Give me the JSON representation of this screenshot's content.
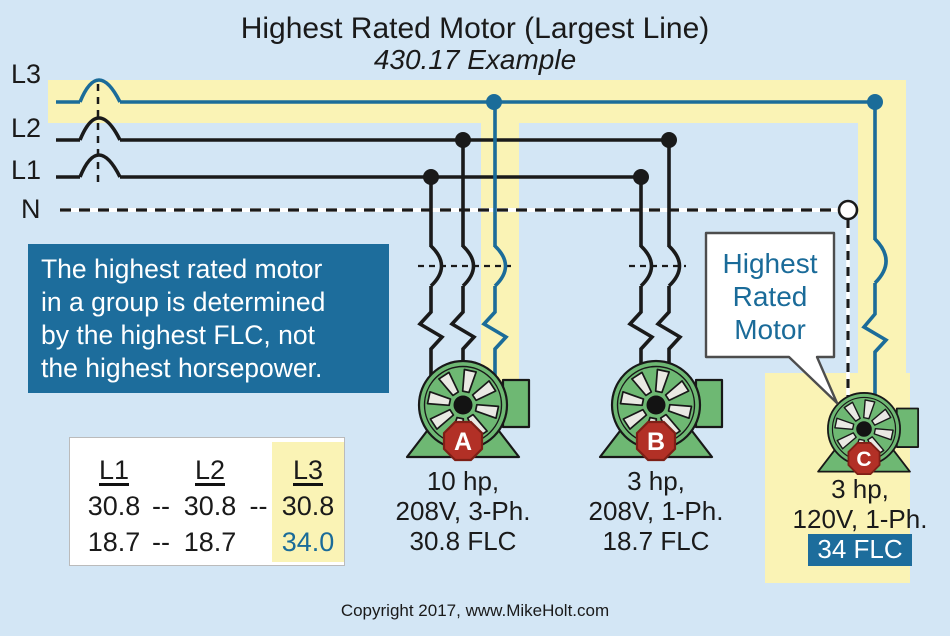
{
  "header": {
    "title": "Highest Rated Motor (Largest Line)",
    "subtitle": "430.17 Example"
  },
  "bus": {
    "labels": [
      "L3",
      "L2",
      "L1",
      "N"
    ]
  },
  "info_box": {
    "lines": [
      "The highest rated motor",
      "in a group is determined",
      "by the highest FLC, not",
      "the highest horsepower."
    ]
  },
  "callout": {
    "lines": [
      "Highest",
      "Rated",
      "Motor"
    ]
  },
  "table": {
    "headers": [
      "L1",
      "L2",
      "L3"
    ],
    "row1": [
      "30.8",
      "--",
      "30.8",
      "--",
      "30.8"
    ],
    "row2": [
      "18.7",
      "--",
      "18.7",
      "",
      "34.0"
    ]
  },
  "motors": [
    {
      "badge": "A",
      "specs": [
        "10 hp,",
        "208V, 3-Ph.",
        "30.8 FLC"
      ]
    },
    {
      "badge": "B",
      "specs": [
        "3 hp,",
        "208V, 1-Ph.",
        "18.7 FLC"
      ]
    },
    {
      "badge": "C",
      "specs": [
        "3 hp,",
        "120V, 1-Ph.",
        "34 FLC"
      ]
    }
  ],
  "footer": {
    "copyright": "Copyright 2017, www.MikeHolt.com"
  },
  "colors": {
    "background": "#d3e6f5",
    "highlight_yellow": "#faf3b5",
    "accent_blue": "#1b6c99",
    "info_panel_blue": "#1d6d9c",
    "motor_green": "#6eb873",
    "badge_red": "#b23026",
    "blade_gray": "#e9e9e3",
    "wire_black": "#1a1a1a"
  }
}
